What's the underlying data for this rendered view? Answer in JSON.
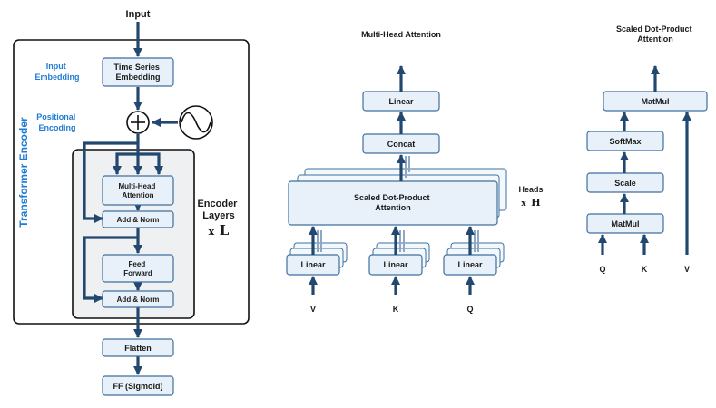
{
  "colors": {
    "arrow": "#23486f",
    "box_fill": "#e8f1fa",
    "box_stroke": "#3f6f9e",
    "accent_text": "#1f7bd1",
    "encoder_fill": "#eef0f2"
  },
  "left": {
    "input": "Input",
    "input_embedding_line1": "Input",
    "input_embedding_line2": "Embedding",
    "positional_line1": "Positional",
    "positional_line2": "Encoding",
    "transformer_encoder": "Transformer Encoder",
    "ts_embedding_line1": "Time Series",
    "ts_embedding_line2": "Embedding",
    "mha_line1": "Multi-Head",
    "mha_line2": "Attention",
    "add_norm_1": "Add & Norm",
    "ff_line1": "Feed",
    "ff_line2": "Forward",
    "add_norm_2": "Add & Norm",
    "encoder_line1": "Encoder",
    "encoder_line2": "Layers",
    "encoder_mult_x": "x",
    "encoder_mult_L": "L",
    "flatten": "Flatten",
    "ff_sigmoid": "FF (Sigmoid)"
  },
  "middle": {
    "title": "Multi-Head Attention",
    "linear_top": "Linear",
    "concat": "Concat",
    "sdpa_line1": "Scaled Dot-Product",
    "sdpa_line2": "Attention",
    "heads": "Heads",
    "heads_x": "x",
    "heads_H": "H",
    "linear_v": "Linear",
    "linear_k": "Linear",
    "linear_q": "Linear",
    "input_v": "V",
    "input_k": "K",
    "input_q": "Q"
  },
  "right": {
    "title_line1": "Scaled Dot-Product",
    "title_line2": "Attention",
    "matmul_top": "MatMul",
    "softmax": "SoftMax",
    "scale": "Scale",
    "matmul_bottom": "MatMul",
    "input_q": "Q",
    "input_k": "K",
    "input_v": "V"
  }
}
